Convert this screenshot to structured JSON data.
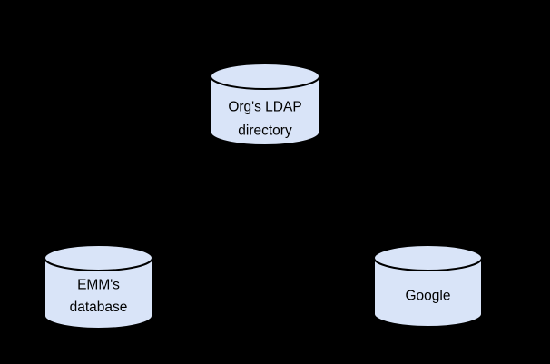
{
  "diagram": {
    "background_color": "#000000",
    "node_fill_color": "#d9e4f8",
    "node_stroke_color": "#000000",
    "text_color": "#000000",
    "nodes": {
      "ldap": {
        "type": "database-cylinder",
        "label_line1": "Org's LDAP",
        "label_line2": "directory"
      },
      "emm": {
        "type": "database-cylinder",
        "label_line1": "EMM's",
        "label_line2": "database"
      },
      "google": {
        "type": "database-cylinder",
        "label": "Google"
      }
    }
  }
}
